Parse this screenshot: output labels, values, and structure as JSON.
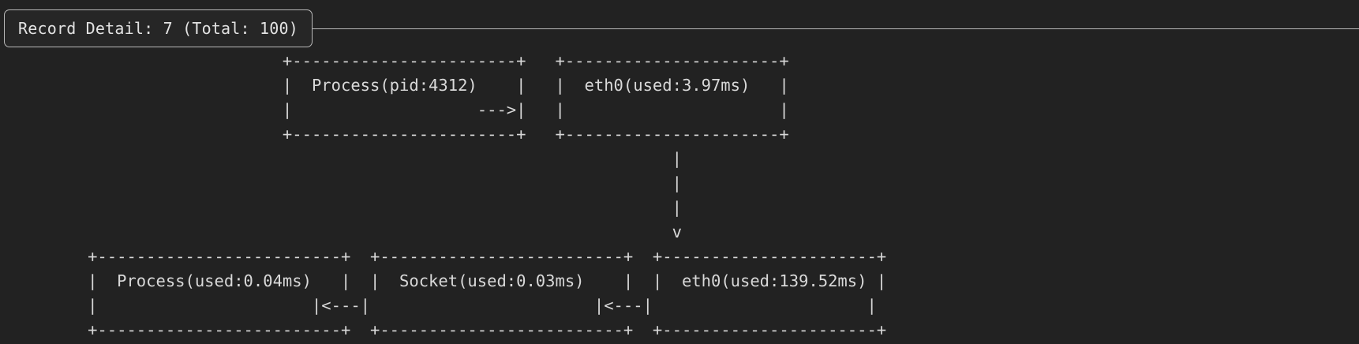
{
  "window": {
    "background_color": "#222222",
    "foreground_color": "#d8d8d8"
  },
  "header": {
    "title": "Record Detail: 7 (Total: 100)",
    "record_index": 7,
    "record_total": 100,
    "border_color": "#b9b9b9"
  },
  "diagram": {
    "type": "ascii-flow",
    "nodes": [
      {
        "id": "node-process-pid",
        "label": "Process(pid:4312)",
        "row": 0,
        "col": 0
      },
      {
        "id": "node-eth0-tx",
        "label": "eth0(used:3.97ms)",
        "row": 0,
        "col": 1
      },
      {
        "id": "node-process-used",
        "label": "Process(used:0.04ms)",
        "row": 1,
        "col": 0
      },
      {
        "id": "node-socket-used",
        "label": "Socket(used:0.03ms)",
        "row": 1,
        "col": 1
      },
      {
        "id": "node-eth0-rx",
        "label": "eth0(used:139.52ms)",
        "row": 1,
        "col": 2
      }
    ],
    "edges": [
      {
        "from": "node-process-pid",
        "to": "node-eth0-tx",
        "glyph": "--->",
        "direction": "right"
      },
      {
        "from": "node-eth0-tx",
        "to": "node-eth0-rx",
        "glyph": "v",
        "direction": "down"
      },
      {
        "from": "node-eth0-rx",
        "to": "node-socket-used",
        "glyph": "<---",
        "direction": "left"
      },
      {
        "from": "node-socket-used",
        "to": "node-process-used",
        "glyph": "<---",
        "direction": "left"
      }
    ],
    "art": "                             +-----------------------+   +----------------------+\n                             |  Process(pid:4312)    |   |  eth0(used:3.97ms)   |\n                             |                   --->|   |                      |\n                             +-----------------------+   +----------------------+\n                                                                     |\n                                                                     |\n                                                                     |\n                                                                     v\n         +-------------------------+  +-------------------------+  +----------------------+\n         |  Process(used:0.04ms)   |  |  Socket(used:0.03ms)    |  |  eth0(used:139.52ms) |\n         |                      |<---|                       |<---|                      |\n         +-------------------------+  +-------------------------+  +----------------------+"
  }
}
